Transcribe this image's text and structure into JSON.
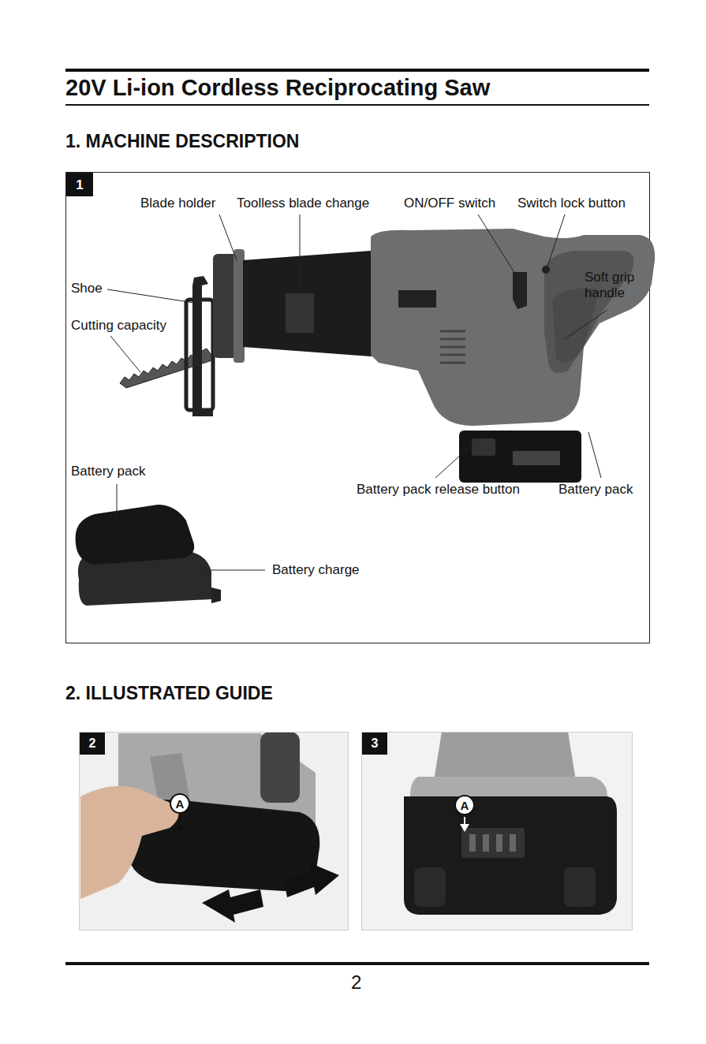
{
  "diagram": {
    "title": "20V Li-ion Cordless Reciprocating Saw",
    "nodes": [
      {
        "text": [
          "1"
        ]
      },
      {
        "text": [
          "2"
        ]
      },
      {
        "text": [
          "A"
        ]
      },
      {
        "text": [
          "3"
        ]
      },
      {
        "text": [
          "A"
        ]
      }
    ],
    "labels": [
      "1. MACHINE DESCRIPTION",
      "Blade holder",
      "Toolless blade change",
      "ON/OFF switch",
      "Switch lock button",
      "Shoe",
      "Cutting capacity",
      "Soft grip handle",
      "Battery pack",
      "Battery pack release button",
      "Battery pack",
      "Battery charge",
      "2. ILLUSTRATED GUIDE",
      "2"
    ]
  }
}
